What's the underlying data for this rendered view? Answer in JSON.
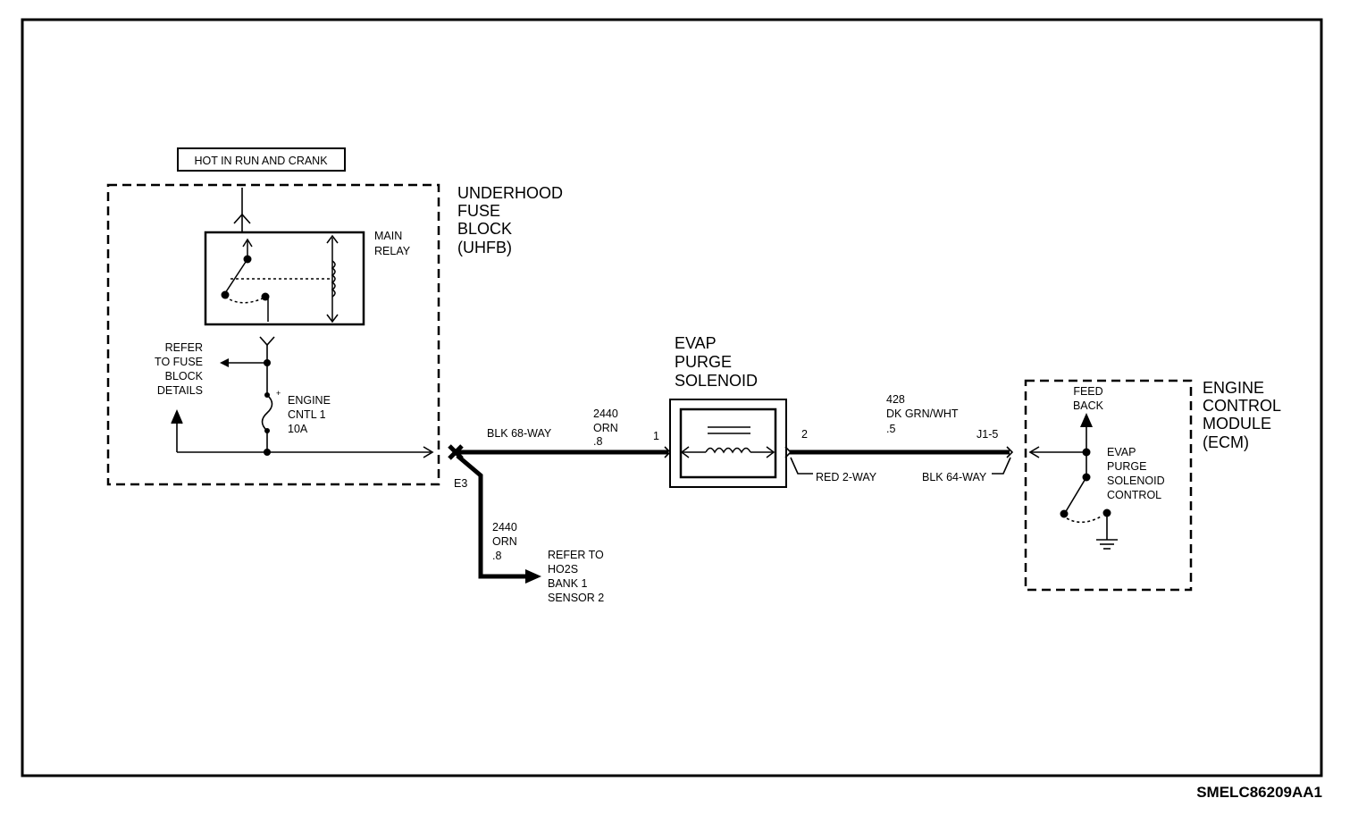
{
  "power_label": "HOT IN RUN AND CRANK",
  "uhfb": {
    "title": [
      "UNDERHOOD",
      "FUSE",
      "BLOCK",
      "(UHFB)"
    ],
    "relay_label": [
      "MAIN",
      "RELAY"
    ],
    "refer_label": [
      "REFER",
      "TO FUSE",
      "BLOCK",
      "DETAILS"
    ],
    "fuse_label": [
      "ENGINE",
      "CNTL 1",
      "10A"
    ]
  },
  "splice": {
    "id": "E3",
    "connector": "BLK 68-WAY"
  },
  "wire_main": {
    "circuit": "2440",
    "color": "ORN",
    "gauge": ".8"
  },
  "wire_branch": {
    "circuit": "2440",
    "color": "ORN",
    "gauge": ".8"
  },
  "branch_refer": [
    "REFER TO",
    "HO2S",
    "BANK 1",
    "SENSOR 2"
  ],
  "solenoid": {
    "title": [
      "EVAP",
      "PURGE",
      "SOLENOID"
    ],
    "pin_in": "1",
    "pin_out": "2",
    "connector": "RED 2-WAY"
  },
  "wire_ecm": {
    "circuit": "428",
    "color": "DK GRN/WHT",
    "gauge": ".5"
  },
  "ecm": {
    "title": [
      "ENGINE",
      "CONTROL",
      "MODULE",
      "(ECM)"
    ],
    "pin": "J1-5",
    "connector": "BLK 64-WAY",
    "feedback": [
      "FEED",
      "BACK"
    ],
    "control_label": [
      "EVAP",
      "PURGE",
      "SOLENOID",
      "CONTROL"
    ]
  },
  "drawing_id": "SMELC86209AA1"
}
